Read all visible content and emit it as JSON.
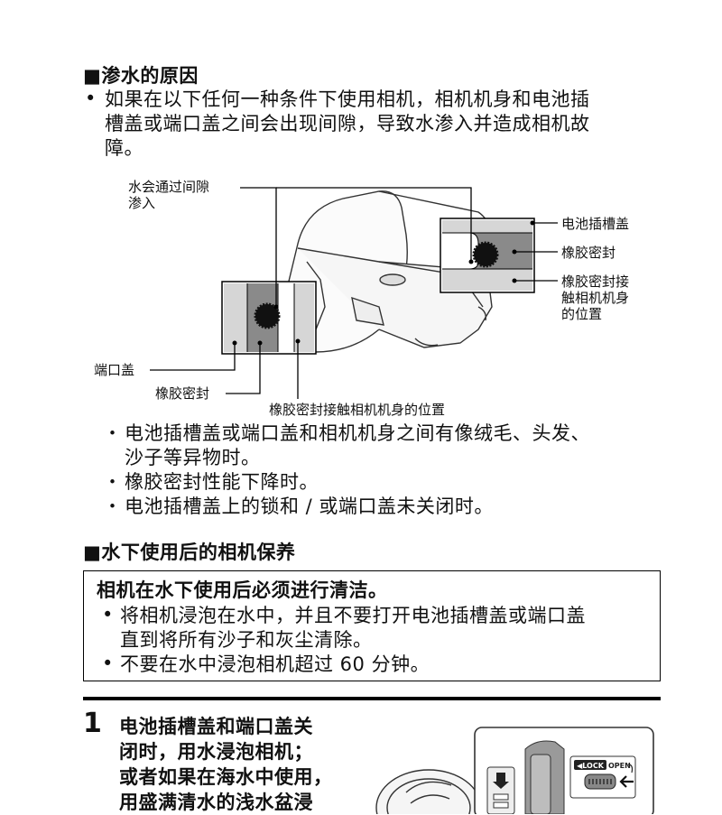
{
  "section1": {
    "heading": "■渗水的原因",
    "bullet": "•",
    "para_lines": [
      "如果在以下任何一种条件下使用相机，相机机身和电池插",
      "槽盖或端口盖之间会出现间隙，导致水渗入并造成相机故",
      "障。"
    ]
  },
  "figure": {
    "callout_water_1": "水会通过间隙",
    "callout_water_2": "渗入",
    "callout_battery_cover": "电池插槽盖",
    "callout_seal_right": "橡胶密封",
    "callout_contact_right_1": "橡胶密封接",
    "callout_contact_right_2": "触相机机身",
    "callout_contact_right_3": "的位置",
    "callout_port_cover": "端口盖",
    "callout_seal_left": "橡胶密封",
    "callout_contact_bottom": "橡胶密封接触相机机身的位置"
  },
  "conditions": {
    "dot": "・",
    "items": [
      [
        "电池插槽盖或端口盖和相机机身之间有像绒毛、头发、",
        "沙子等异物时。"
      ],
      [
        "橡胶密封性能下降时。"
      ],
      [
        "电池插槽盖上的锁和 / 或端口盖未关闭时。"
      ]
    ]
  },
  "section2": {
    "heading": "■水下使用后的相机保养",
    "box_title": "相机在水下使用后必须进行清洁。",
    "bullet": "•",
    "item1_lines": [
      "将相机浸泡在水中，并且不要打开电池插槽盖或端口盖",
      "直到将所有沙子和灰尘清除。"
    ],
    "item2": "不要在水中浸泡相机超过 60 分钟。"
  },
  "step1": {
    "number": "1",
    "lines": [
      "电池插槽盖和端口盖关",
      "闭时，用水浸泡相机；",
      "或者如果在海水中使用，",
      "用盛满清水的浅水盆浸"
    ]
  },
  "step_figure": {
    "lock_label": "◀LOCK",
    "open_label": "OPEN"
  }
}
